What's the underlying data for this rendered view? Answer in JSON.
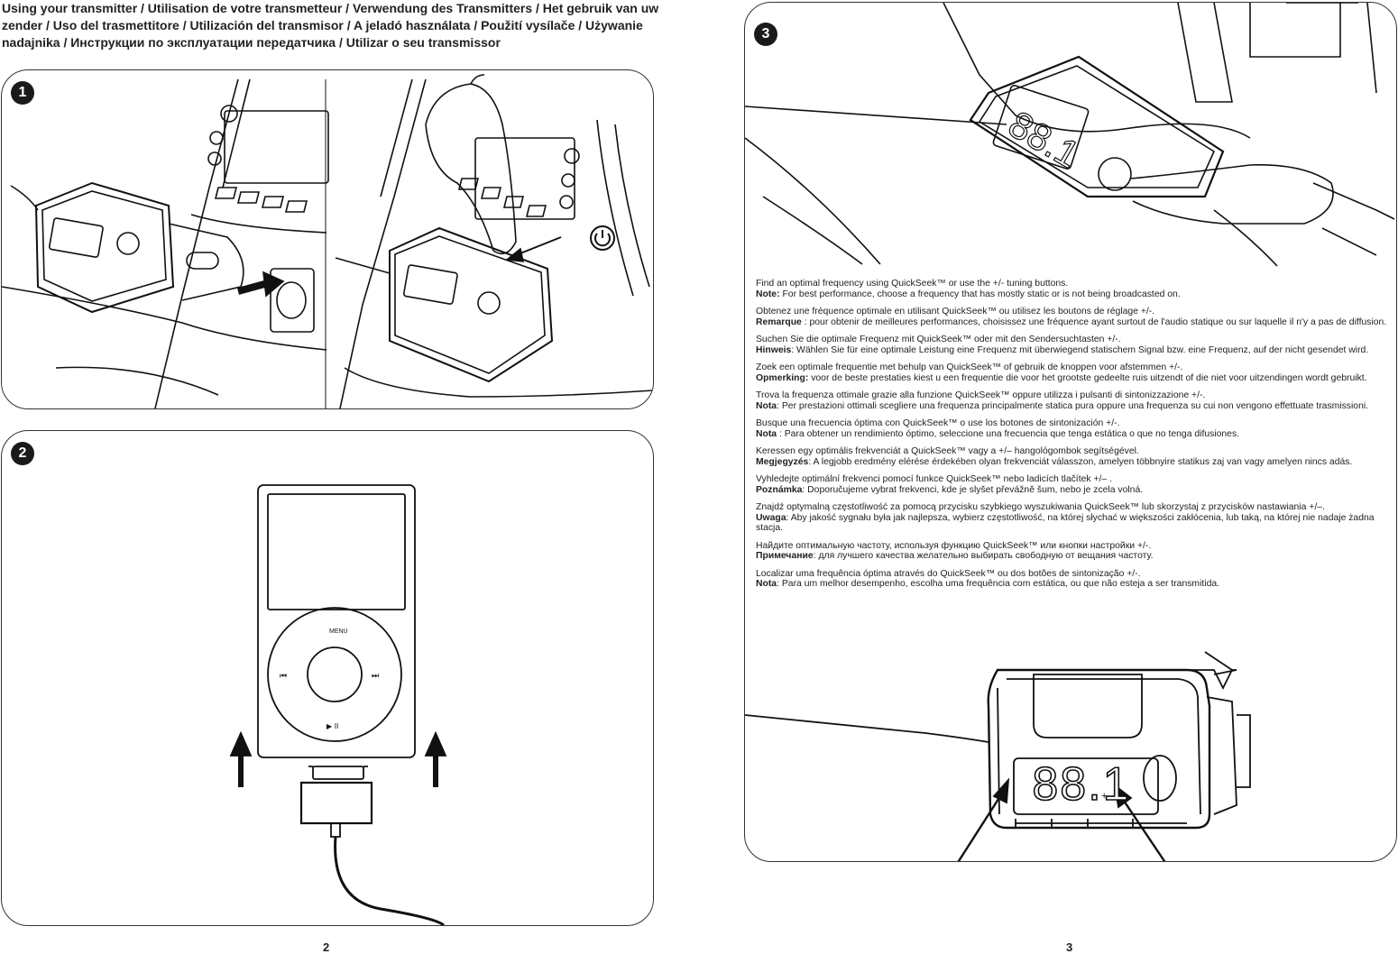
{
  "title": "Using your transmitter / Utilisation de votre transmetteur / Verwendung des Transmitters / Het gebruik van uw zender / Uso del trasmettitore / Utilización del transmisor / A jeladó használata / Použití vysílače / Używanie nadajnika / Инструкции по эксплуатации передатчика / Utilizar o seu transmissor",
  "steps": [
    "1",
    "2",
    "3"
  ],
  "ipod": {
    "menu_label": "MENU",
    "prev": "⏮",
    "next": "⏭",
    "play": "▶ II"
  },
  "device_display": {
    "small": "88.1",
    "large": "88.1",
    "plus": "+"
  },
  "instructions": [
    {
      "text": "Find an optimal frequency using QuickSeek™ or use the +/- tuning buttons.",
      "note_label": "Note:",
      "note_text": " For best performance, choose a frequency that has mostly static or is not being broadcasted on."
    },
    {
      "text": "Obtenez une fréquence optimale en utilisant QuickSeek™ ou utilisez les boutons de réglage +/-.",
      "note_label": "Remarque",
      "note_text": " : pour obtenir de meilleures performances, choisissez une fréquence ayant surtout de l'audio statique ou sur laquelle il n'y a pas de diffusion."
    },
    {
      "text": "Suchen Sie die optimale Frequenz mit QuickSeek™ oder mit den Sendersuchtasten +/-.",
      "note_label": "Hinweis",
      "note_text": ": Wählen Sie für eine optimale Leistung eine Frequenz mit überwiegend statischem Signal bzw. eine Frequenz, auf der nicht gesendet wird."
    },
    {
      "text": "Zoek een optimale frequentie met behulp van QuickSeek™ of gebruik de knoppen voor afstemmen +/-.",
      "note_label": "Opmerking:",
      "note_text": " voor de beste prestaties kiest u een frequentie die voor het grootste gedeelte ruis uitzendt of die niet voor uitzendingen wordt gebruikt."
    },
    {
      "text": "Trova la frequenza ottimale grazie alla funzione QuickSeek™ oppure utilizza i pulsanti di sintonizzazione +/-.",
      "note_label": "Nota",
      "note_text": ": Per prestazioni ottimali scegliere una frequenza principalmente statica pura oppure una frequenza su cui non vengono effettuate trasmissioni."
    },
    {
      "text": "Busque una frecuencia óptima con QuickSeek™ o use los botones de sintonización +/-.",
      "note_label": "Nota",
      "note_text": " : Para obtener un rendimiento óptimo, seleccione una frecuencia que tenga estática o que no tenga difusiones."
    },
    {
      "text": "Keressen egy optimális frekvenciát a QuickSeek™ vagy a +/– hangológombok segítségével.",
      "note_label": "Megjegyzés",
      "note_text": ": A legjobb eredmény elérése érdekében olyan frekvenciát válasszon, amelyen többnyire statikus zaj van vagy amelyen nincs adás."
    },
    {
      "text": "Vyhledejte optimální frekvenci pomocí funkce QuickSeek™ nebo ladicích tlačítek +/– .",
      "note_label": "Poznámka",
      "note_text": ": Doporučujeme vybrat frekvenci, kde je slyšet převážně šum, nebo je zcela volná."
    },
    {
      "text": "Znajdź optymalną częstotliwość za pomocą przycisku szybkiego wyszukiwania QuickSeek™ lub skorzystaj z przycisków nastawiania +/–.",
      "note_label": "Uwaga",
      "note_text": ": Aby jakość sygnału była jak najlepsza, wybierz częstotliwość, na której słychać w większości zakłócenia, lub taką, na której nie nadaje żadna stacja."
    },
    {
      "text": "Найдите оптимальную частоту, используя функцию QuickSeek™ или кнопки настройки +/-.",
      "note_label": "Примечание",
      "note_text": ": для лучшего качества желательно выбирать свободную от вещания частоту."
    },
    {
      "text": "Localizar uma frequência óptima através do QuickSeek™ ou dos botões de sintonização +/-.",
      "note_label": "Nota",
      "note_text": ": Para um melhor desempenho, escolha uma frequência com estática, ou que não esteja a ser transmitida."
    }
  ],
  "page_numbers": [
    "2",
    "3"
  ]
}
